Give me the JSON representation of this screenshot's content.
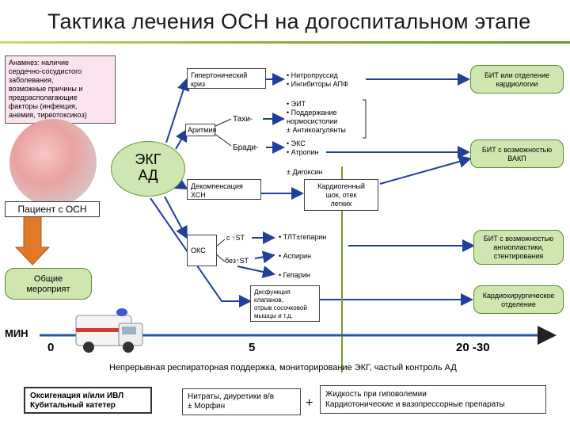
{
  "title": "Тактика лечения ОСН на догоспитальном этапе",
  "anamnesis": {
    "lines": [
      "Анамнез: наличие",
      "сердечно-сосудистого",
      "заболевания,",
      "возможные причины и",
      "предрасполагающие",
      "факторы (инфекция,",
      "анемия, тиреотоксикоз)"
    ]
  },
  "patient_label": "Пациент с ОСН",
  "ekg_label_line1": "ЭКГ",
  "ekg_label_line2": "АД",
  "general_label_line1": "Общие",
  "general_label_line2": "мероприят",
  "timeline": {
    "unit": "МИН",
    "t0": "0",
    "t1": "5",
    "t2": "20 -30"
  },
  "hypertensive": {
    "line1": "Гипертонический",
    "line2": "криз"
  },
  "arrhythmia": {
    "label": "Аритмия",
    "tachy": "Тахи-",
    "brady": "Бради-"
  },
  "decompensation": {
    "line1": "Декомпенсация",
    "line2": "ХСН"
  },
  "acs": {
    "label": "ОКС",
    "with_st": "с ↑ST",
    "without_st": "без↑ST"
  },
  "dysfunction": {
    "lines": [
      "Дисфункция",
      "клапанов,",
      "отрыв сосочковой",
      "мышцы и т.д."
    ]
  },
  "treatments": {
    "hyper": [
      "• Нитропруссид",
      "• Ингибиторы АПФ"
    ],
    "tachy": [
      "• ЭИТ",
      "• Поддержание",
      "нормосистолии",
      "± Антикоагулянты"
    ],
    "brady": [
      "• ЭКС",
      "• Атропин"
    ],
    "digoxin": "± Дигоксин",
    "tlt": "• ТЛТ±гепарин",
    "aspirin": "• Аспирин",
    "heparin": "• Гепарин"
  },
  "cardiogenic_shock": {
    "lines": [
      "Кардиогенный",
      "шок, отек",
      "легких"
    ]
  },
  "destinations": {
    "bit_cardio": [
      "БИТ или отделение",
      "кардиологии"
    ],
    "bit_vakp": [
      "БИТ с возможностью",
      "ВАКП"
    ],
    "bit_angio": [
      "БИТ с возможностью",
      "ангиопластики,",
      "стентирования"
    ],
    "cardiosurgery": [
      "Кардиохирургическое",
      "отделение"
    ]
  },
  "continuous_support": "Непрерывная респираторная поддержка, мониторирование ЭКГ, частый контроль АД",
  "bottom": {
    "oxygen": [
      "Оксигенация и/или ИВЛ",
      "Кубитальный катетер"
    ],
    "nitrates": [
      "Нитраты, диуретики в/в",
      "± Морфин"
    ],
    "plus": "+",
    "fluids": [
      "Жидкость при гиповолемии",
      "Кардиотонические и вазопрессорные препараты"
    ]
  },
  "colors": {
    "arrow_blue": "#1f3f9a",
    "green_box": "#cfe6b0",
    "pink_box": "#fbe3ef",
    "timeline_blue": "#1e5aa8",
    "orange_arrow": "#e07a2a"
  }
}
